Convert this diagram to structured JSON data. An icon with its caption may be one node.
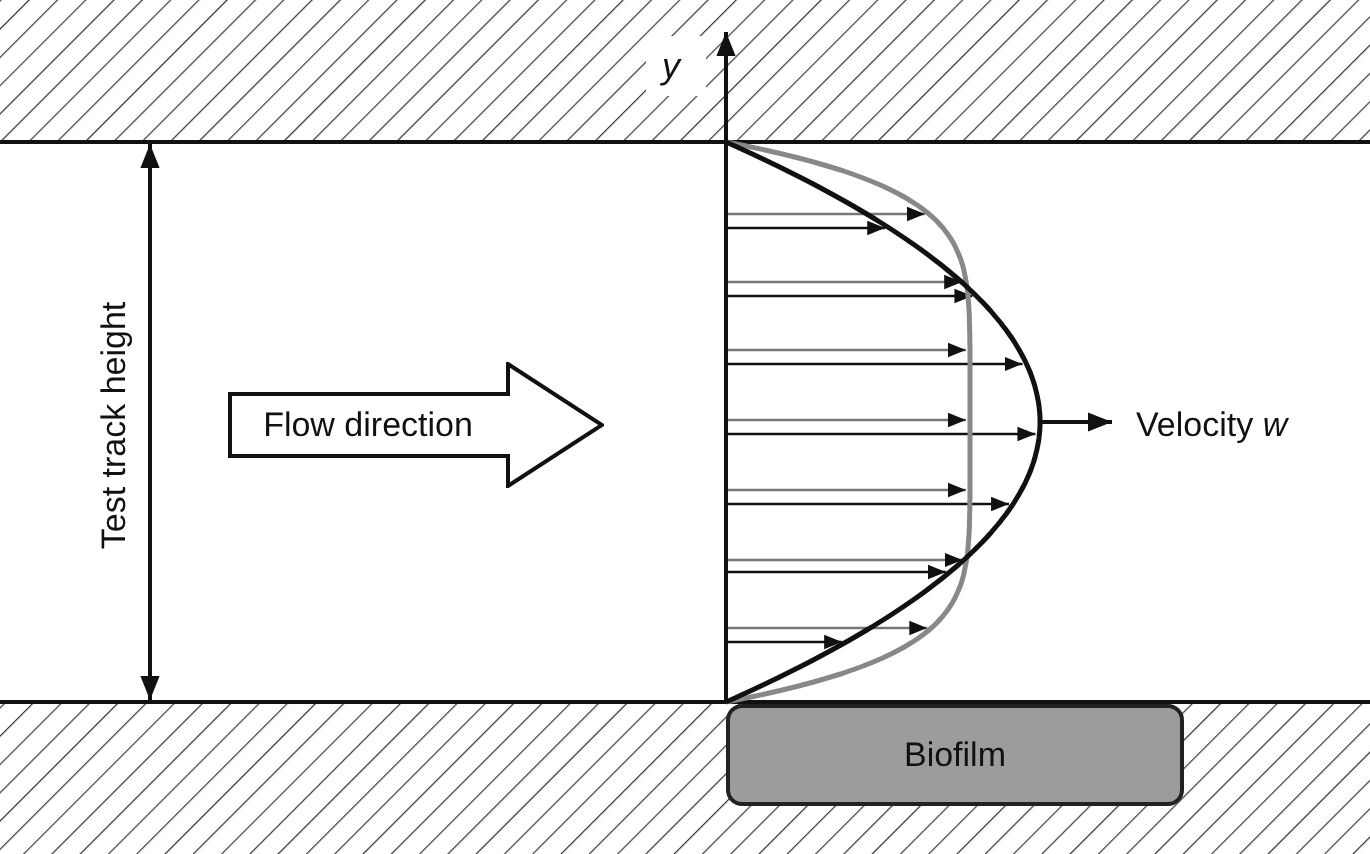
{
  "diagram": {
    "nodes": [
      {
        "text": [
          "Flow direction"
        ]
      },
      {
        "text": [
          "Biofilm"
        ]
      }
    ],
    "labels": [
      "y",
      "Velocity *w*",
      "Test track height"
    ]
  }
}
